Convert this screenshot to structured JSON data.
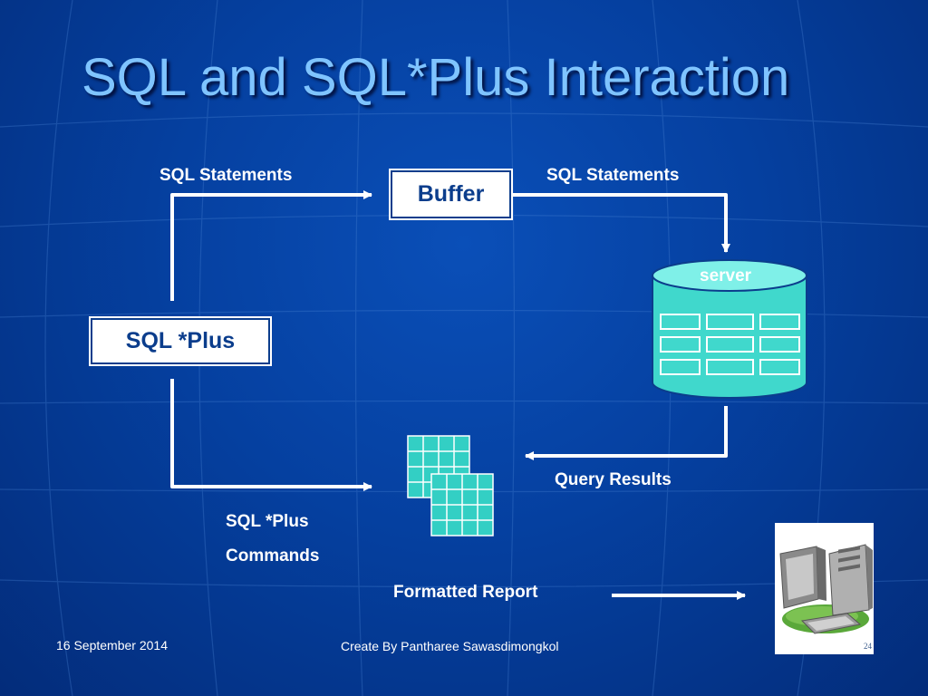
{
  "slide": {
    "title": "SQL and SQL*Plus Interaction"
  },
  "diagram": {
    "sqlplus_box": "SQL *Plus",
    "buffer_box": "Buffer",
    "server_label": "server",
    "sql_statements_left": "SQL Statements",
    "sql_statements_right": "SQL Statements",
    "query_results": "Query Results",
    "sqlplus_commands_line1": "SQL *Plus",
    "sqlplus_commands_line2": "Commands",
    "formatted_report": "Formatted Report"
  },
  "footer": {
    "date": "16 September 2014",
    "credit": "Create By Pantharee Sawasdimongkol",
    "page_number": "24"
  },
  "colors": {
    "background": "#0540a0",
    "title": "#7fc4ff",
    "cylinder": "#40d8cc",
    "grid_table": "#33cfc4",
    "arrow": "#ffffff"
  },
  "icons": [
    "server-database-icon",
    "result-tables-icon",
    "computer-icon"
  ]
}
